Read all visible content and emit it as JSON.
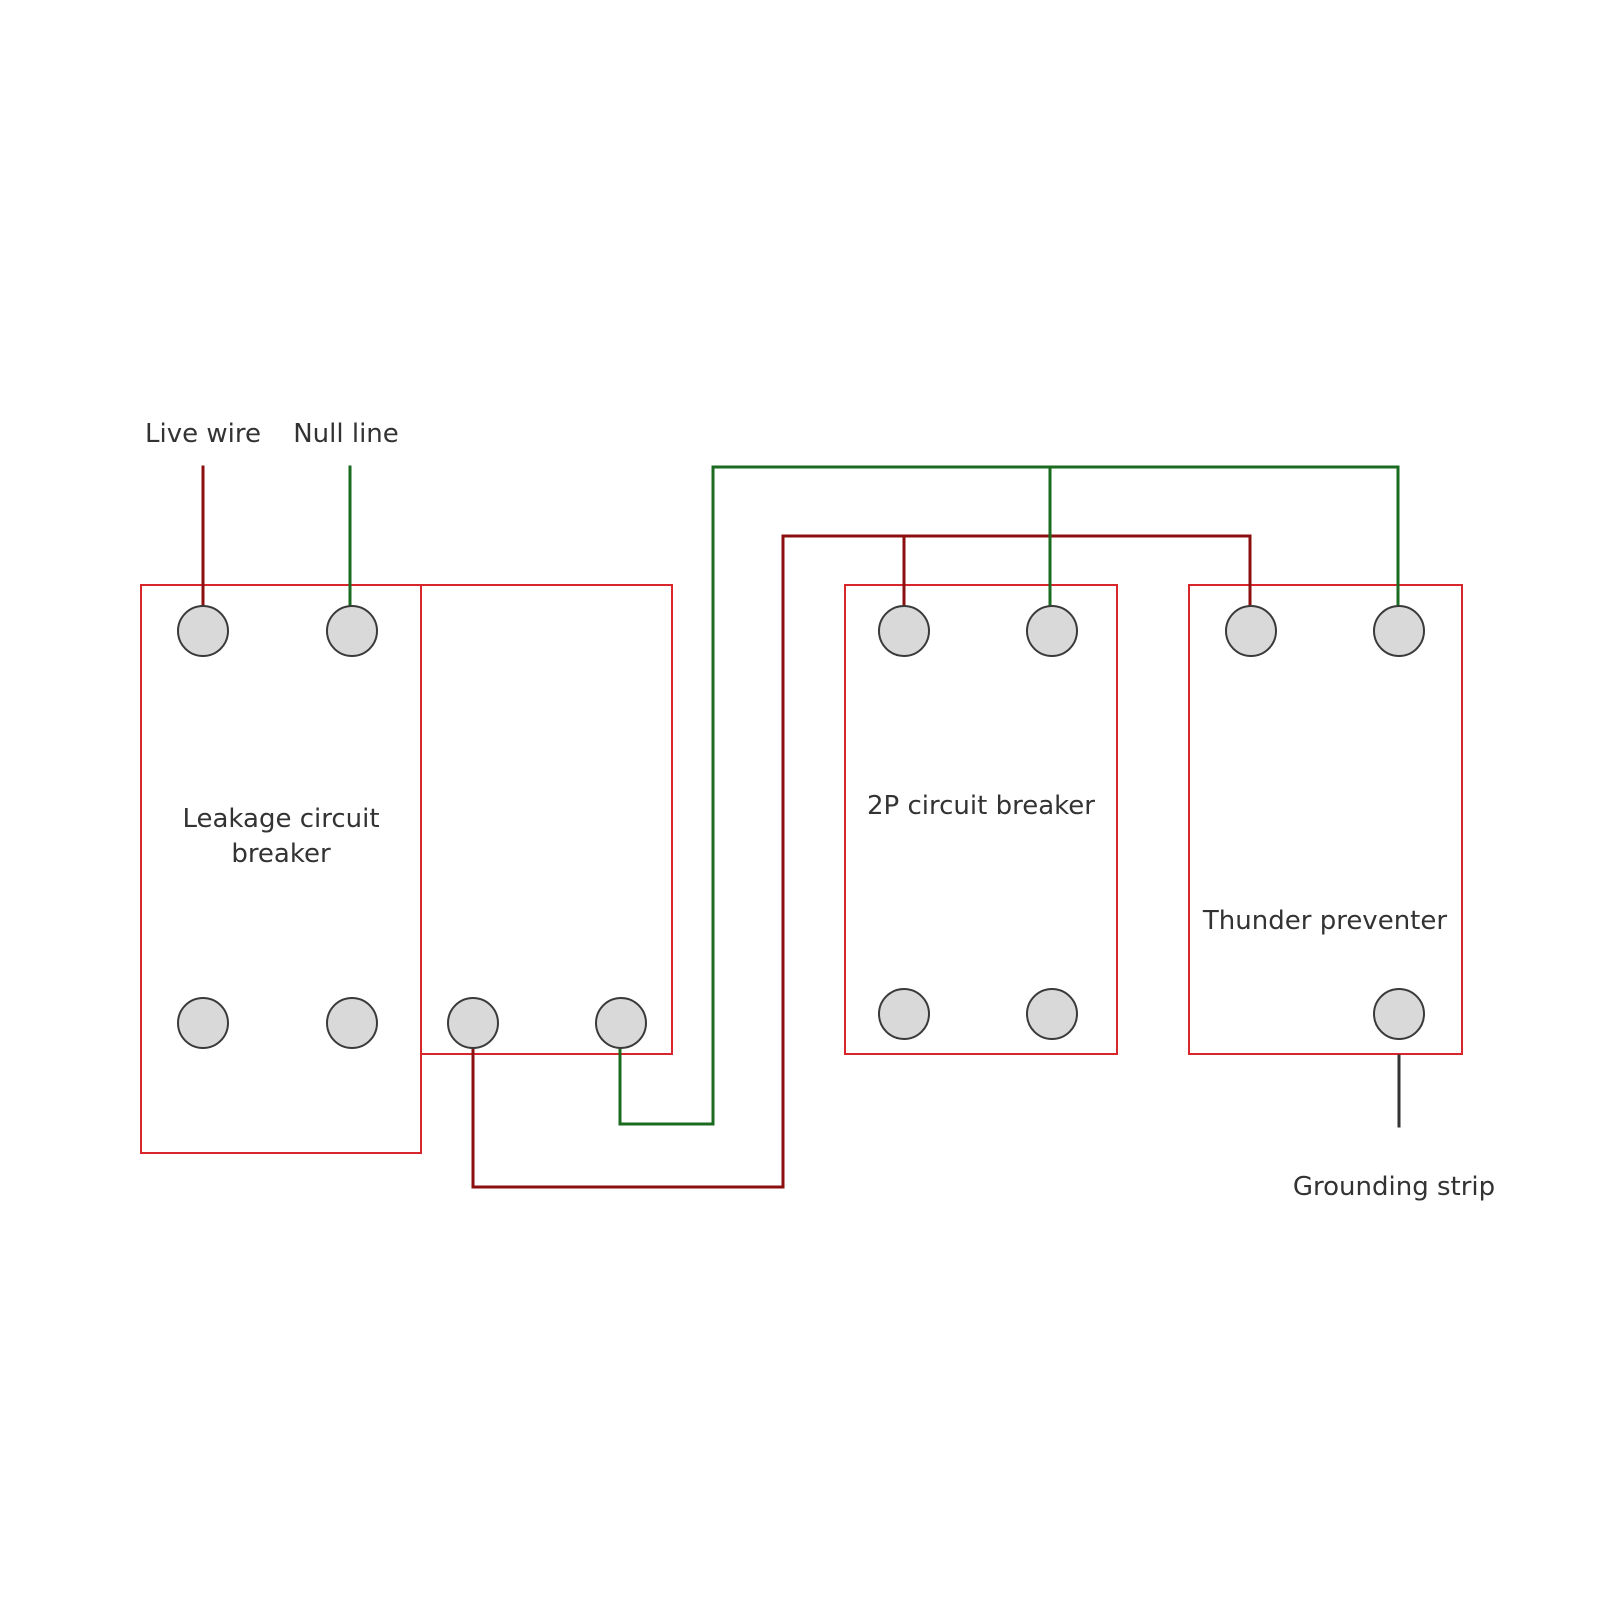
{
  "labels": {
    "live_wire": "Live wire",
    "null_line": "Null line",
    "leakage_line1": "Leakage circuit",
    "leakage_line2": "breaker",
    "breaker_2p": "2P circuit breaker",
    "thunder_preventer": "Thunder preventer",
    "grounding_strip": "Grounding strip"
  },
  "colors": {
    "box_outline": "#d9262c",
    "live": "#8b0f0f",
    "neutral": "#1a6b1f",
    "ground": "#333333",
    "terminal_fill": "#d9d9d9",
    "terminal_stroke": "#3a3a3a",
    "text": "#333333"
  }
}
